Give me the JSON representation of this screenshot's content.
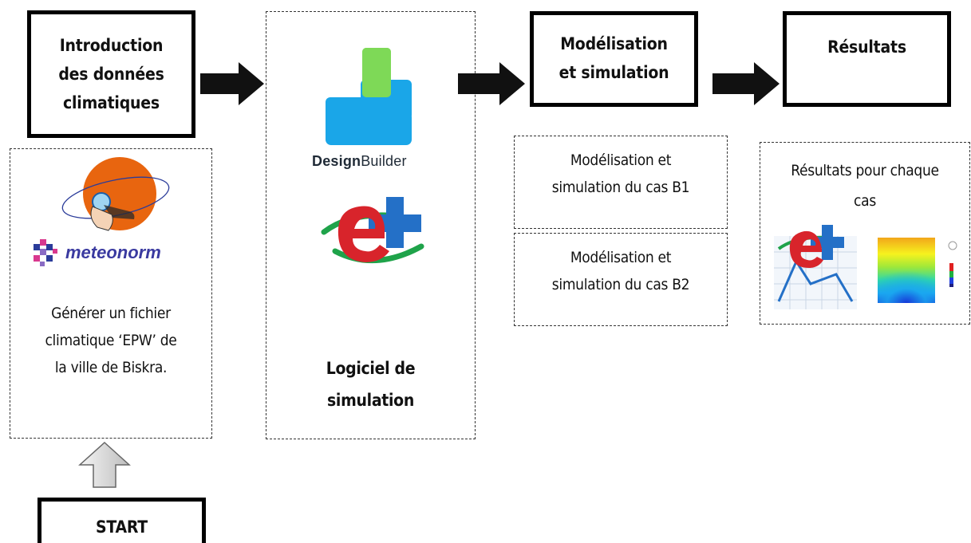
{
  "steps": {
    "intro": [
      "Introduction",
      "des données",
      "climatiques"
    ],
    "modelisation": [
      "Modélisation",
      "et simulation"
    ],
    "resultats": "Résultats",
    "start": "START"
  },
  "details": {
    "meteonorm_text": [
      "Générer un fichier",
      "climatique ‘EPW’ de",
      "la ville de Biskra."
    ],
    "logiciel": [
      "Logiciel de",
      "simulation"
    ],
    "cas_b1": [
      "Modélisation et",
      "simulation du cas B1"
    ],
    "cas_b2": [
      "Modélisation et",
      "simulation du cas B2"
    ],
    "resultats_cas": [
      "Résultats pour chaque",
      "cas"
    ]
  },
  "logos": {
    "meteonorm": "meteonorm",
    "designbuilder_bold": "Design",
    "designbuilder_regular": "Builder"
  },
  "colors": {
    "meteonorm_orange": "#e8650f",
    "meteonorm_blue": "#2b3c9a",
    "db_green": "#7ed957",
    "db_blue": "#1aa6e8",
    "eplus_red": "#d8242b",
    "eplus_green": "#1fa34a",
    "eplus_blue": "#2470c7",
    "arrow_fill": "#111111",
    "start_arrow_fill": "#d9d9d9"
  },
  "icons": [
    "meteonorm-logo",
    "designbuilder-logo",
    "energyplus-logo",
    "results-chart-icon",
    "heatmap-icon",
    "right-arrow-icon",
    "up-arrow-icon"
  ]
}
